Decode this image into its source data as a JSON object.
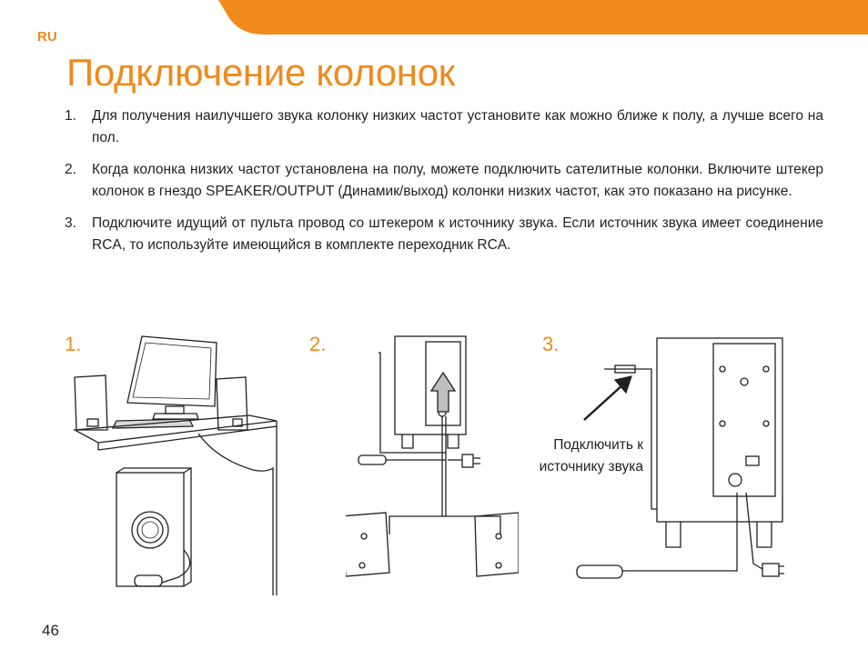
{
  "header": {
    "lang_code": "RU",
    "accent_color": "#f08a1c"
  },
  "title": "Подключение колонок",
  "steps": [
    {
      "num": "1.",
      "text": "Для получения наилучшего звука колонку низких частот установите как можно ближе к полу, а лучше всего на пол."
    },
    {
      "num": "2.",
      "text": "Когда колонка низких частот установлена на полу, можете подключить сателитные колонки. Включите штекер колонок в гнездо SPEAKER/OUTPUT (Динамик/выход) колонки низких частот, как это показано на рисунке."
    },
    {
      "num": "3.",
      "text": "Подключите идущий от пульта провод со штекером к источнику звука. Если источник звука имеет соединение RCA, то используйте имеющийся в комплекте переходник RCA."
    }
  ],
  "figures": [
    {
      "label": "1.",
      "icon": "desk-setup-illustration"
    },
    {
      "label": "2.",
      "icon": "speaker-wiring-illustration"
    },
    {
      "label": "3.",
      "icon": "audio-source-connection-illustration",
      "caption": "Подключить к источнику звука"
    }
  ],
  "footer": {
    "page_number": "46"
  }
}
